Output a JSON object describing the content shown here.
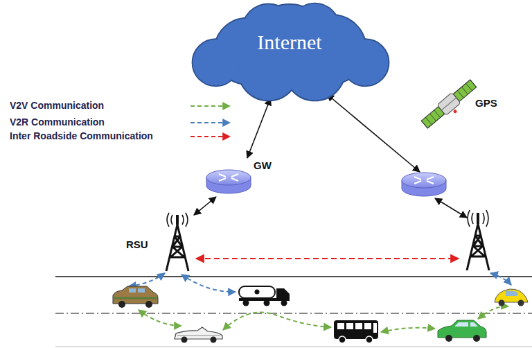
{
  "diagram": {
    "nodes": [
      {
        "text": [
          "Internet"
        ]
      },
      {
        "text": [
          "GW"
        ]
      },
      {
        "text": [
          "RSU"
        ]
      }
    ],
    "edges": [
      {
        "from": 0,
        "to": 1,
        "arrow": "both"
      },
      {
        "from": 1,
        "to": 2,
        "arrow": "both"
      }
    ],
    "labels": [
      "GPS"
    ],
    "legend": [
      {
        "text": "V2V Communication"
      },
      {
        "text": "V2R Communication"
      },
      {
        "text": "Inter Roadside Communication"
      }
    ]
  }
}
